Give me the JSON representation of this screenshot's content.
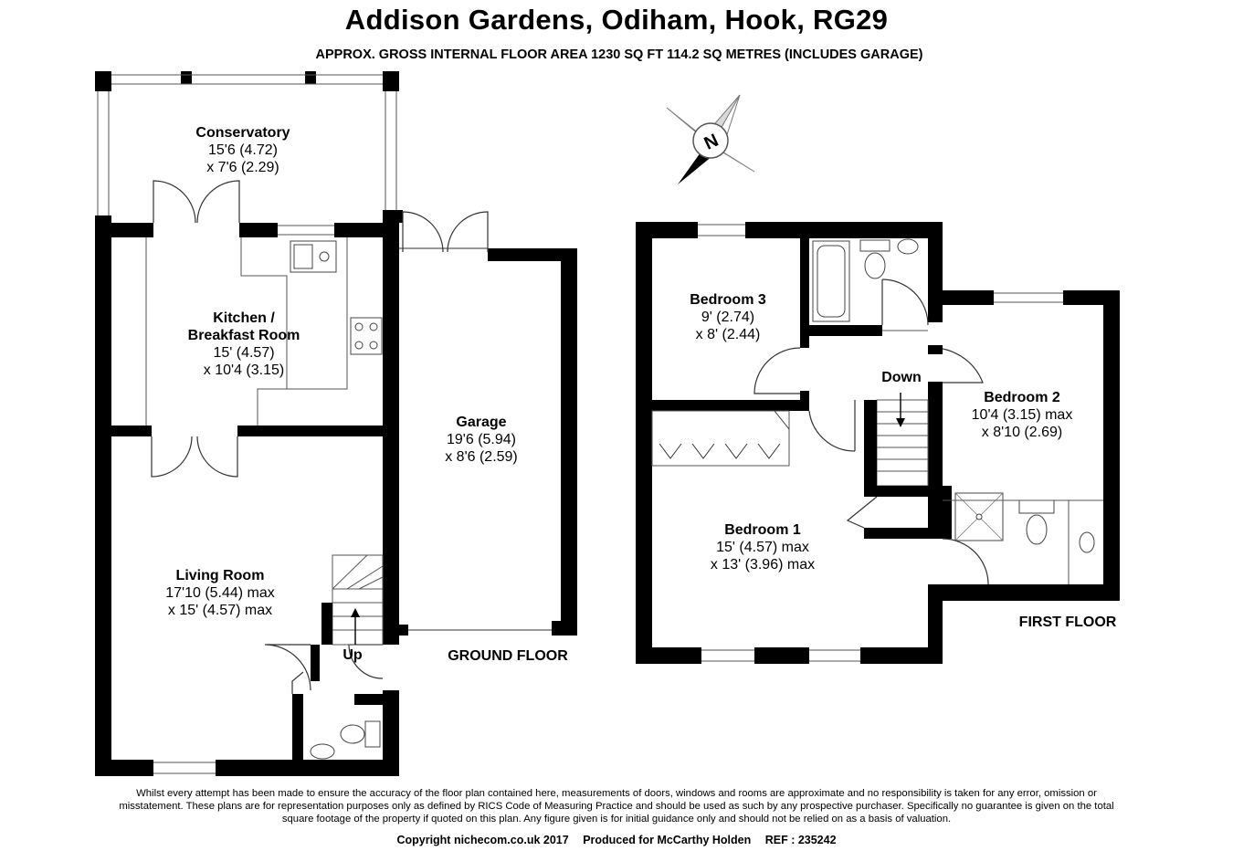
{
  "header": {
    "title": "Addison Gardens, Odiham, Hook, RG29",
    "subtitle": "APPROX. GROSS INTERNAL FLOOR AREA 1230 SQ FT 114.2 SQ METRES (INCLUDES GARAGE)"
  },
  "compass": {
    "label": "N",
    "icon": "compass-north-icon"
  },
  "ground_floor": {
    "label": "GROUND FLOOR",
    "stairs_label": "Up",
    "rooms": {
      "conservatory": {
        "name": "Conservatory",
        "dim1": "15'6 (4.72)",
        "dim2": "x 7'6 (2.29)"
      },
      "kitchen": {
        "name1": "Kitchen /",
        "name2": "Breakfast Room",
        "dim1": "15' (4.57)",
        "dim2": "x 10'4 (3.15)"
      },
      "living": {
        "name": "Living Room",
        "dim1": "17'10 (5.44) max",
        "dim2": "x 15' (4.57) max"
      },
      "garage": {
        "name": "Garage",
        "dim1": "19'6 (5.94)",
        "dim2": "x 8'6 (2.59)"
      }
    }
  },
  "first_floor": {
    "label": "FIRST FLOOR",
    "stairs_label": "Down",
    "rooms": {
      "bedroom3": {
        "name": "Bedroom 3",
        "dim1": "9' (2.74)",
        "dim2": "x 8' (2.44)"
      },
      "bedroom2": {
        "name": "Bedroom 2",
        "dim1": "10'4 (3.15) max",
        "dim2": "x 8'10 (2.69)"
      },
      "bedroom1": {
        "name": "Bedroom 1",
        "dim1": "15' (4.57) max",
        "dim2": "x 13' (3.96) max"
      }
    }
  },
  "footer": {
    "disclaimer": "Whilst every attempt has been made to ensure the accuracy of the floor plan contained here, measurements of doors, windows and rooms are approximate and no responsibility is taken for any error, omission or misstatement. These plans are for representation purposes only as defined by RICS Code of Measuring Practice and should be used as such by any prospective purchaser.  Specifically no guarantee is given on the total square footage of the property if quoted on this plan. Any figure given is for initial guidance only and should not be relied on as a basis of valuation.",
    "copyright": "Copyright nichecom.co.uk 2017",
    "produced": "Produced for McCarthy Holden",
    "ref": "REF : 235242"
  }
}
